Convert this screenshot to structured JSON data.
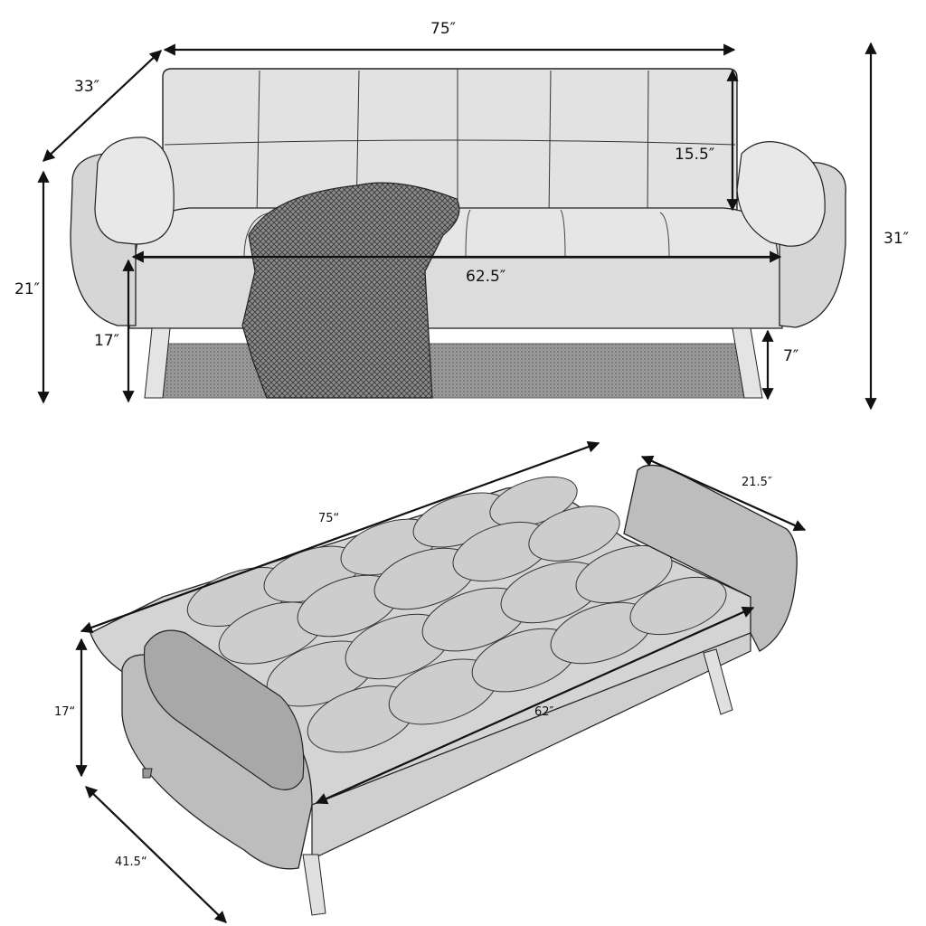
{
  "diagram": {
    "type": "furniture-dimension-drawing",
    "subject": "Tufted futon sofa bed",
    "colors": {
      "line": "#111111",
      "fill": "#d9d9d9",
      "fill_dark": "#9a9a9a",
      "background": "#ffffff"
    },
    "upright_view": {
      "overall_width": "75″",
      "depth": "33″",
      "overall_height": "31″",
      "arm_height": "21″",
      "seat_height": "17″",
      "seat_width": "62.5″",
      "back_height": "15.5″",
      "leg_height": "7″"
    },
    "bed_view": {
      "length": "75“",
      "arm_depth": "21.5″",
      "bed_height": "17“",
      "bed_width": "41.5“",
      "sleep_length": "62″"
    }
  }
}
